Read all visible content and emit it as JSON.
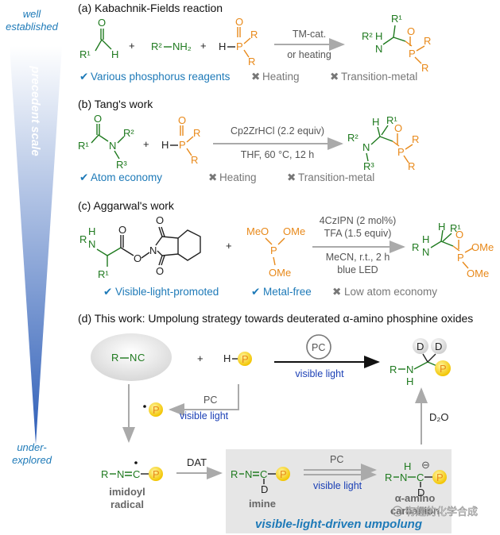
{
  "scale": {
    "top_label_1": "well",
    "top_label_2": "established",
    "axis_label": "precedent scale",
    "bottom_label_1": "under-",
    "bottom_label_2": "explored"
  },
  "colors": {
    "green": "#1f7a1f",
    "orange": "#e8891a",
    "blue": "#1e7ab8",
    "gray": "#777777",
    "gradient_top": "#ffffff",
    "gradient_bottom": "#2f5fb8"
  },
  "section_a": {
    "heading": "(a) Kabachnik-Fields reaction",
    "cond_top": "TM-cat.",
    "cond_bottom": "or heating",
    "tag_good": "Various phosphorus reagents",
    "tag_bad_1": "Heating",
    "tag_bad_2": "Transition-metal"
  },
  "section_b": {
    "heading": "(b) Tang's work",
    "cond_top": "Cp2ZrHCl (2.2 equiv)",
    "cond_bottom": "THF, 60 °C, 12 h",
    "tag_good": "Atom economy",
    "tag_bad_1": "Heating",
    "tag_bad_2": "Transition-metal"
  },
  "section_c": {
    "heading": "(c) Aggarwal's work",
    "cond_1": "4CzIPN (2 mol%)",
    "cond_2": "TFA (1.5 equiv)",
    "cond_3": "MeCN, r.t., 2 h",
    "cond_4": "blue LED",
    "tag_good_1": "Visible-light-promoted",
    "tag_good_2": "Metal-free",
    "tag_bad_1": "Low atom economy"
  },
  "section_d": {
    "heading": "(d) This work: Umpolung strategy towards deuterated α-amino phosphine oxides",
    "pc": "PC",
    "visible_light": "visible light",
    "dat": "DAT",
    "d2o": "D₂O",
    "imidoyl_1": "imidoyl",
    "imidoyl_2": "radical",
    "imine": "imine",
    "carbanion_1": "α-amino",
    "carbanion_2": "carbanion",
    "banner": "visible-light-driven umpolung"
  },
  "labels": {
    "R": "R",
    "R1": "R¹",
    "R2": "R²",
    "R3": "R³",
    "H": "H",
    "N": "N",
    "O": "O",
    "P": "P",
    "D": "D",
    "C": "C",
    "NH": "NH",
    "NH2": "NH₂",
    "OMe": "OMe",
    "MeO": "MeO",
    "plus": "+",
    "check": "✔",
    "cross": "✖",
    "minus": "⊖"
  },
  "watermark": "有趣的化学合成"
}
